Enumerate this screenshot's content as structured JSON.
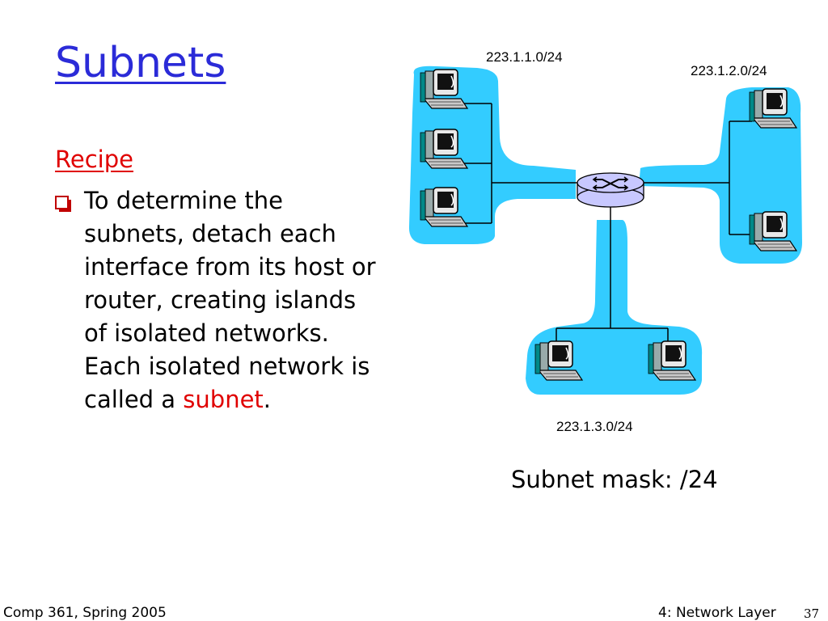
{
  "slide": {
    "title": "Subnets",
    "recipe_heading": "Recipe",
    "bullet_text": "To determine the subnets, detach each interface from its host or router, creating islands of isolated networks. Each isolated network is called a ",
    "bullet_highlight": "subnet",
    "bullet_end": "."
  },
  "diagram": {
    "subnets": [
      {
        "address": "223.1.1.0/24",
        "hosts": 3
      },
      {
        "address": "223.1.2.0/24",
        "hosts": 2
      },
      {
        "address": "223.1.3.0/24",
        "hosts": 2
      }
    ],
    "subnet_mask_label": "Subnet mask: /24",
    "colors": {
      "island": "#33ccff",
      "router": "#c8c8ff",
      "link": "#000000",
      "title": "#2b2bd8",
      "accent": "#e00000"
    }
  },
  "footer": {
    "course": "Comp 361, Spring 2005",
    "chapter": "4: Network Layer",
    "page": "37"
  }
}
